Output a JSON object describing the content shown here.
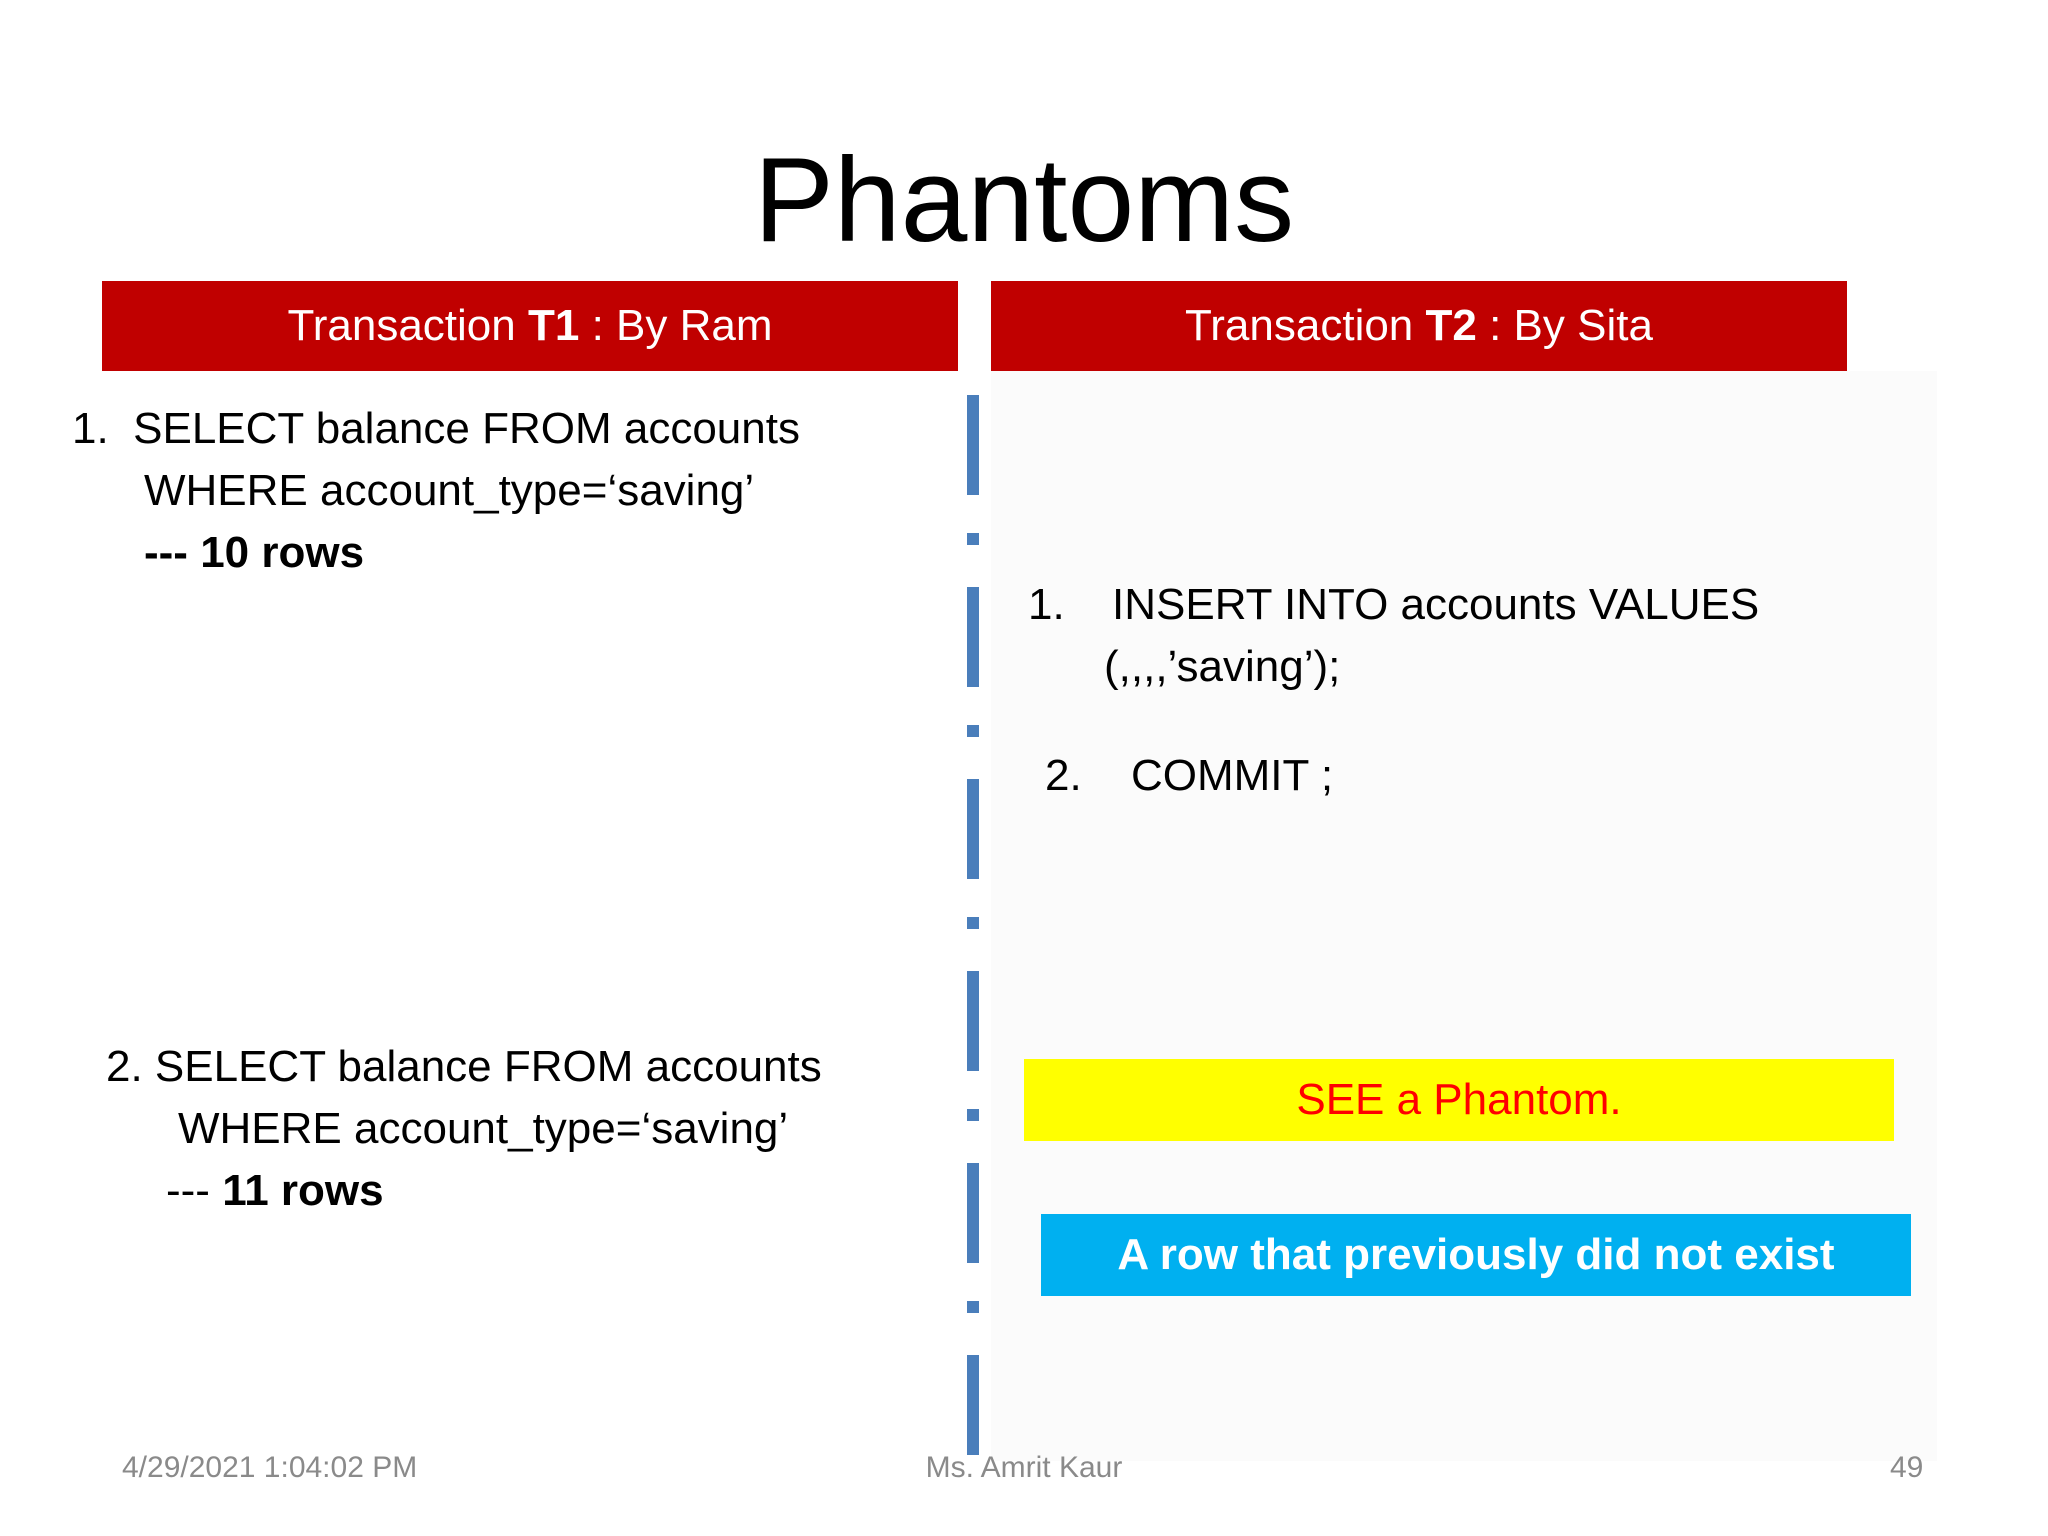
{
  "slide": {
    "title": "Phantoms"
  },
  "t1_header": {
    "prefix": "Transaction ",
    "id": "T1",
    "suffix": " : By Ram"
  },
  "t2_header": {
    "prefix": "Transaction ",
    "id": "T2",
    "suffix": " : By Sita"
  },
  "t1_steps": [
    {
      "line1": "1.  SELECT balance FROM accounts",
      "line2": "WHERE account_type=‘saving’",
      "result_prefix": "--- ",
      "result_value": "10 rows"
    },
    {
      "line1": "2. SELECT balance FROM accounts",
      "line2": "WHERE account_type=‘saving’",
      "result_prefix": "--- ",
      "result_value": "11 rows"
    }
  ],
  "t2_steps": [
    {
      "number": "1.",
      "line1": "INSERT INTO accounts VALUES",
      "line2": "(,,,,’saving’);"
    },
    {
      "number": "2.",
      "line1": "COMMIT ;"
    }
  ],
  "callouts": {
    "phantom": "SEE a Phantom.",
    "explanation": "A row that previously did not exist"
  },
  "colors": {
    "header_bg": "#c00000",
    "divider": "#4a7ebb",
    "phantom_bg": "#ffff00",
    "phantom_text": "#ff0000",
    "explanation_bg": "#00b0f0"
  },
  "footer": {
    "datetime": "4/29/2021 1:04:02 PM",
    "author": "Ms. Amrit Kaur",
    "page_number": "49"
  }
}
